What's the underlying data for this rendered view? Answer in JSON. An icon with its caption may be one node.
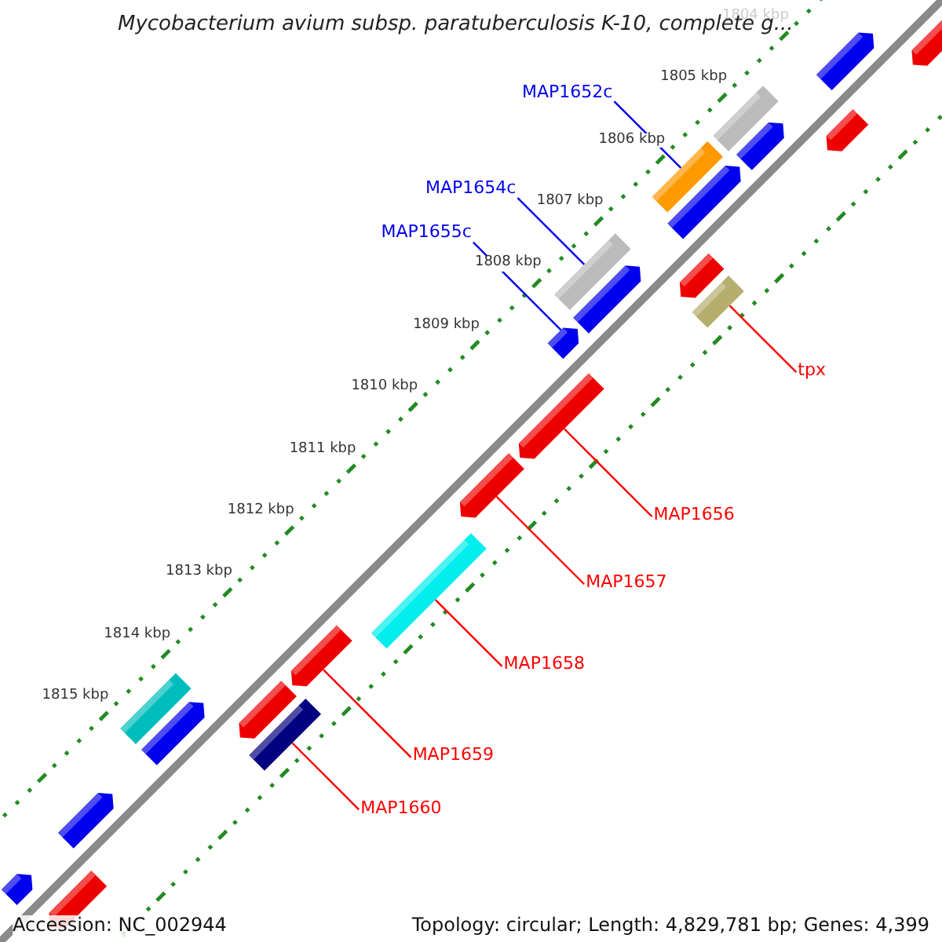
{
  "diagram": {
    "title": "Mycobacterium avium subsp. paratuberculosis K-10, complete g...",
    "nodes": [
      {
        "text": [
          "MAP1652c"
        ]
      },
      {
        "text": [],
        "shape": "bar"
      },
      {
        "text": [
          "MAP1654c"
        ]
      },
      {
        "text": [],
        "shape": "bar"
      },
      {
        "text": [
          "MAP1655c"
        ]
      },
      {
        "text": [],
        "shape": "arrow"
      },
      {
        "text": [
          "tpx"
        ]
      },
      {
        "text": [],
        "shape": "bar"
      },
      {
        "text": [
          "MAP1656"
        ]
      },
      {
        "text": [],
        "shape": "arrow"
      },
      {
        "text": [
          "MAP1657"
        ]
      },
      {
        "text": [],
        "shape": "arrow"
      },
      {
        "text": [
          "MAP1658"
        ]
      },
      {
        "text": [],
        "shape": "bar"
      },
      {
        "text": [
          "MAP1659"
        ]
      },
      {
        "text": [],
        "shape": "arrow"
      },
      {
        "text": [
          "MAP1660"
        ]
      },
      {
        "text": [],
        "shape": "bar"
      },
      {
        "text": [],
        "shape": "arrow"
      },
      {
        "text": [],
        "shape": "arrow"
      },
      {
        "text": [],
        "shape": "arrow"
      },
      {
        "text": [],
        "shape": "arrow"
      },
      {
        "text": [],
        "shape": "arrow"
      },
      {
        "text": [],
        "shape": "arrow"
      },
      {
        "text": [],
        "shape": "arrow"
      },
      {
        "text": [],
        "shape": "bar"
      },
      {
        "text": [],
        "shape": "bar"
      },
      {
        "text": [],
        "shape": "arrow"
      },
      {
        "text": [],
        "shape": "arrow"
      },
      {
        "text": [],
        "shape": "arrow"
      },
      {
        "text": [],
        "shape": "arrow"
      },
      {
        "text": [],
        "shape": "arrow"
      }
    ],
    "edges": [
      {
        "from": 0,
        "to": 1,
        "arrow": "none",
        "color": "#0000ee"
      },
      {
        "from": 2,
        "to": 3,
        "arrow": "none",
        "color": "#0000ee"
      },
      {
        "from": 4,
        "to": 5,
        "arrow": "none",
        "color": "#0000ee"
      },
      {
        "from": 6,
        "to": 7,
        "arrow": "none"
      },
      {
        "from": 8,
        "to": 9,
        "arrow": "none"
      },
      {
        "from": 10,
        "to": 11,
        "arrow": "none"
      },
      {
        "from": 12,
        "to": 13,
        "arrow": "none"
      },
      {
        "from": 14,
        "to": 15,
        "arrow": "none"
      },
      {
        "from": 16,
        "to": 17,
        "arrow": "none"
      }
    ],
    "labels": [
      "1804 kbp",
      "1805 kbp",
      "1806 kbp",
      "1807 kbp",
      "1808 kbp",
      "1809 kbp",
      "1810 kbp",
      "1811 kbp",
      "1812 kbp",
      "1813 kbp",
      "1814 kbp",
      "1815 kbp",
      "Accession: NC_002944",
      "Topology: circular; Length: 4,829,781 bp; Genes: 4,399"
    ]
  }
}
